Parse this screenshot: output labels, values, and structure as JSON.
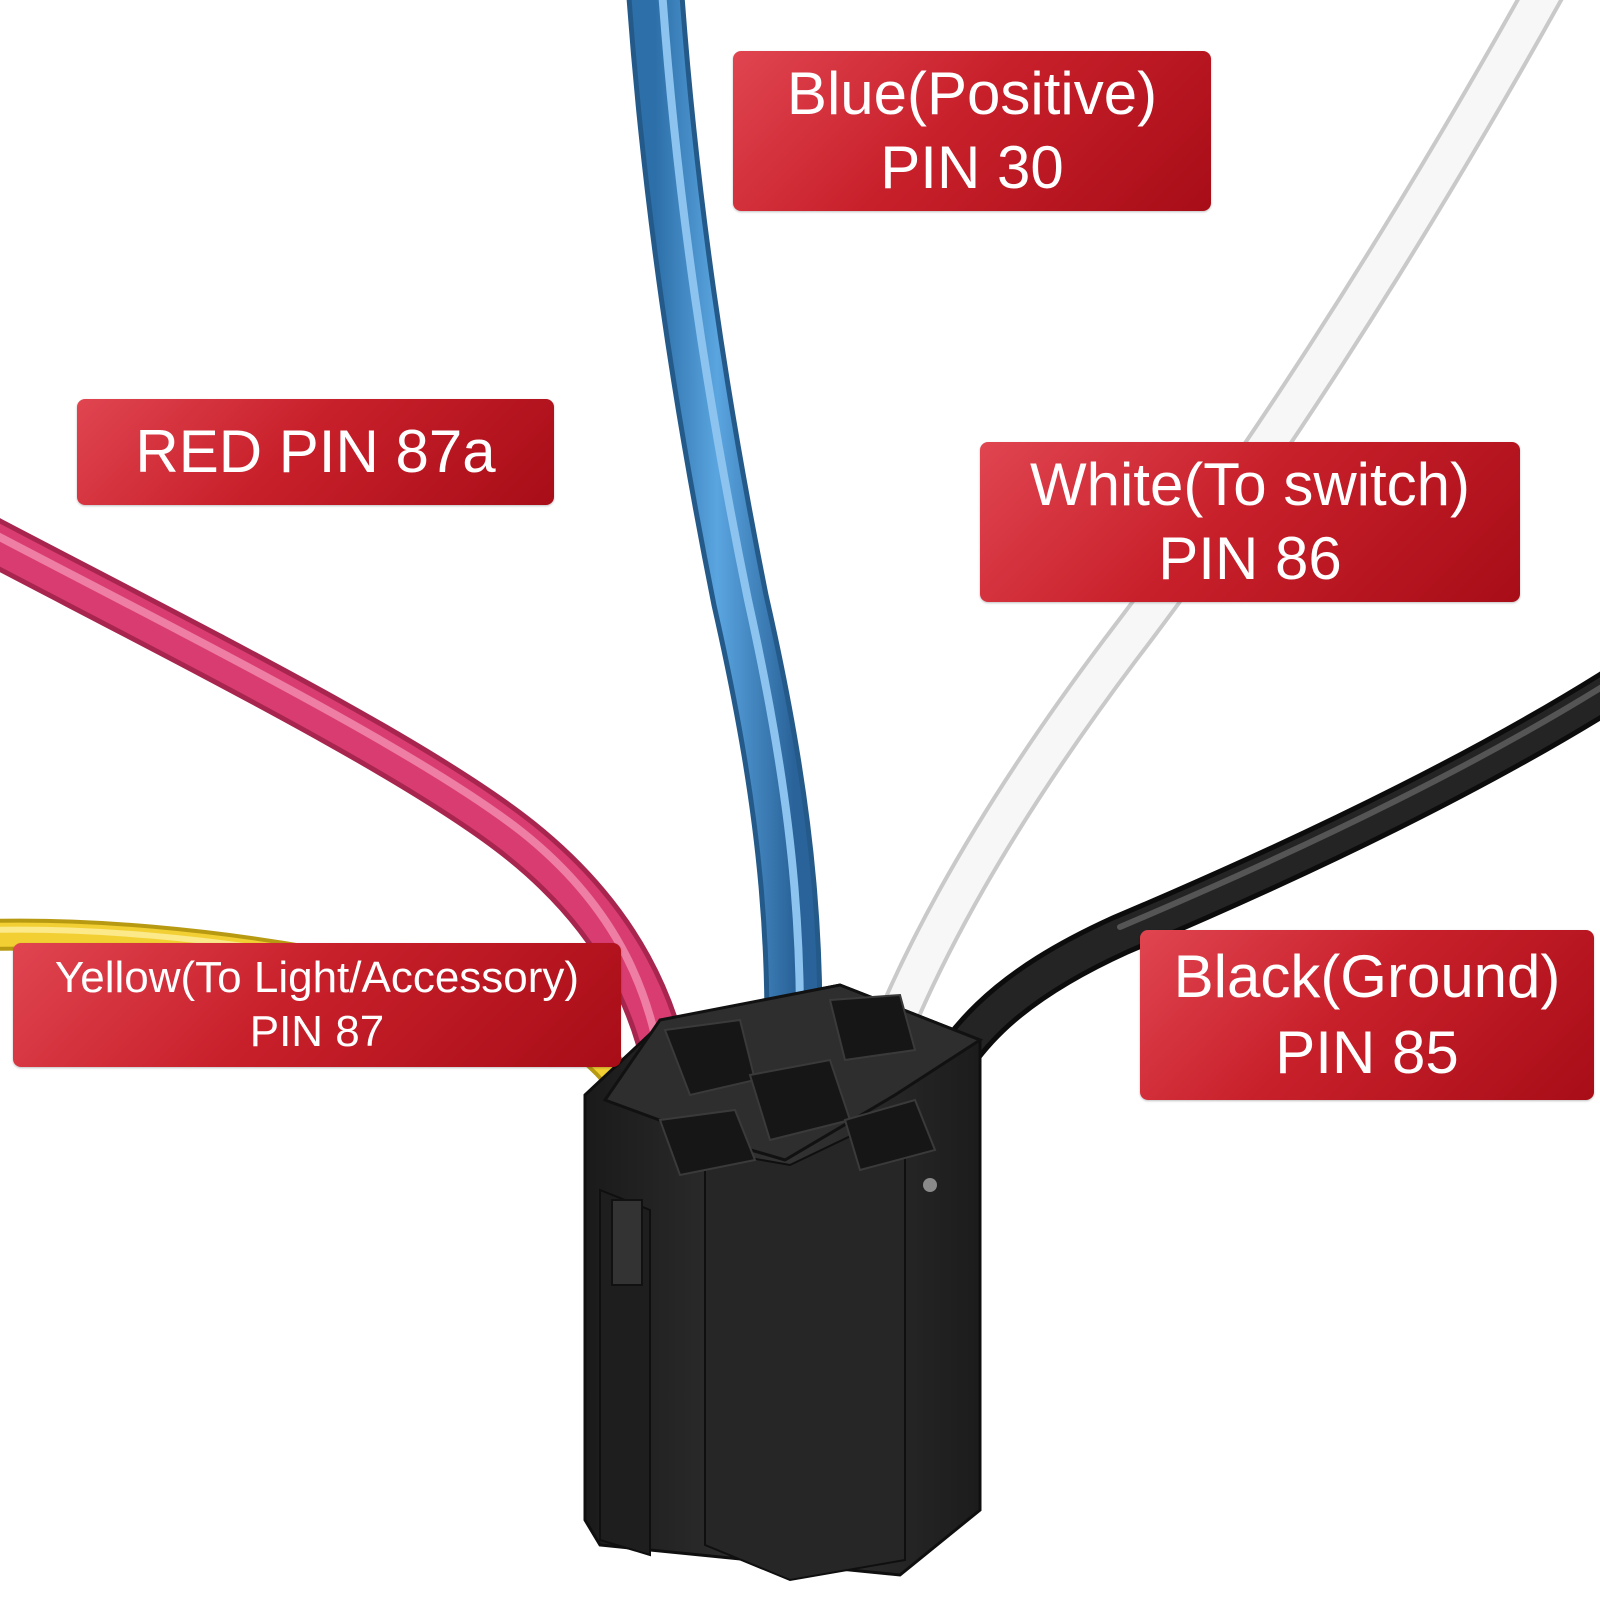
{
  "labels": {
    "blue": {
      "line1": "Blue(Positive)",
      "line2": "PIN 30"
    },
    "red": {
      "line1": "RED PIN 87a"
    },
    "white": {
      "line1": "White(To switch)",
      "line2": "PIN 86"
    },
    "yellow": {
      "line1": "Yellow(To Light/Accessory)",
      "line2": "PIN 87"
    },
    "black": {
      "line1": "Black(Ground)",
      "line2": "PIN 85"
    }
  },
  "colors": {
    "label_red": "#c8202b",
    "wire_blue": "#3f8ccc",
    "wire_red": "#d63b6e",
    "wire_yellow": "#f2d033",
    "wire_white": "#f4f4f4",
    "wire_black": "#1c1c1c",
    "socket": "#2a2a2a"
  }
}
